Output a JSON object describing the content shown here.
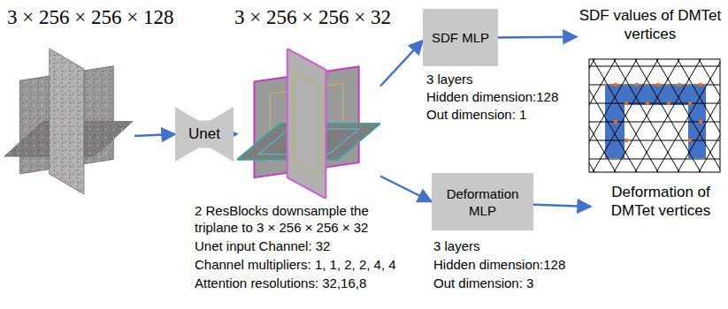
{
  "diagram": {
    "nodes": [
      {
        "text": [
          "3 × 256 × 256 × 128"
        ]
      },
      {
        "text": [
          "Unet"
        ]
      },
      {
        "text": [
          "3 × 256 × 256 × 32"
        ]
      },
      {
        "text": [
          "SDF MLP"
        ]
      },
      {
        "text": [
          "Deformation MLP"
        ]
      },
      {
        "text": [
          "SDF values of DMTet vertices"
        ]
      },
      {
        "text": [
          "Deformation of DMTet vertices"
        ]
      }
    ],
    "edges": [
      {
        "from": 0,
        "to": 1,
        "arrow": "to"
      },
      {
        "from": 1,
        "to": 2,
        "arrow": "to"
      },
      {
        "from": 2,
        "to": 3,
        "arrow": "to"
      },
      {
        "from": 2,
        "to": 4,
        "arrow": "to"
      },
      {
        "from": 3,
        "to": 5,
        "arrow": "to"
      },
      {
        "from": 4,
        "to": 6,
        "arrow": "to"
      }
    ],
    "labels": [
      "3 layers",
      "Hidden dimension:128",
      "Out dimension: 1",
      "2 ResBlocks downsample the triplane to 3 × 256 × 256 × 32",
      "Unet input Channel: 32",
      "Channel multipliers: 1, 1, 2, 2, 4, 4",
      "Attention resolutions: 32,16,8",
      "3 layers",
      "Hidden dimension:128",
      "Out dimension: 3"
    ]
  }
}
